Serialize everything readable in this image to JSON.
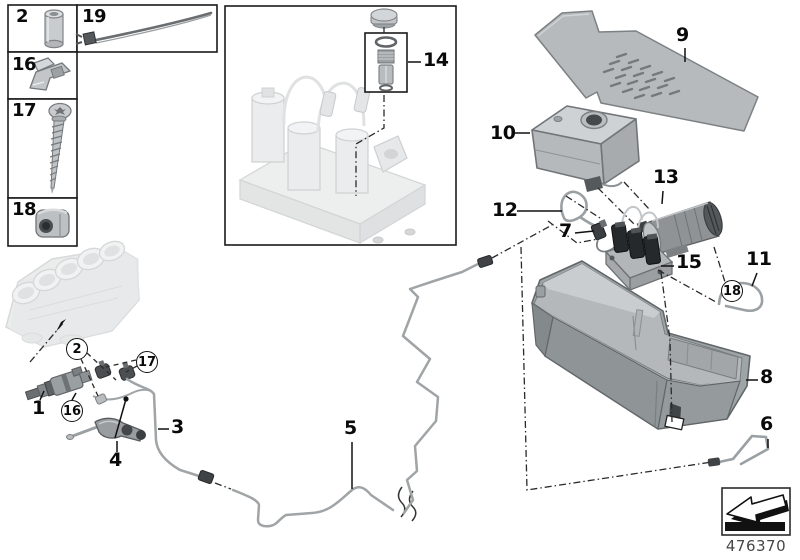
{
  "figure": {
    "part_number_label": "476370"
  },
  "callouts": {
    "c1": "1",
    "c3": "3",
    "c4": "4",
    "c5": "5",
    "c6": "6",
    "c7": "7",
    "c8": "8",
    "c9": "9",
    "c10": "10",
    "c11": "11",
    "c12": "12",
    "c13": "13",
    "c14": "14",
    "c15": "15",
    "circled2": "2",
    "circled16": "16",
    "circled17": "17",
    "circled18": "18"
  },
  "legend": {
    "items": [
      {
        "number": "2",
        "part": "spacer-sleeve"
      },
      {
        "number": "19",
        "part": "cable-strap"
      },
      {
        "number": "16",
        "part": "retaining-clip"
      },
      {
        "number": "17",
        "part": "self-tapping-screw"
      },
      {
        "number": "18",
        "part": "line-clamp"
      }
    ]
  }
}
